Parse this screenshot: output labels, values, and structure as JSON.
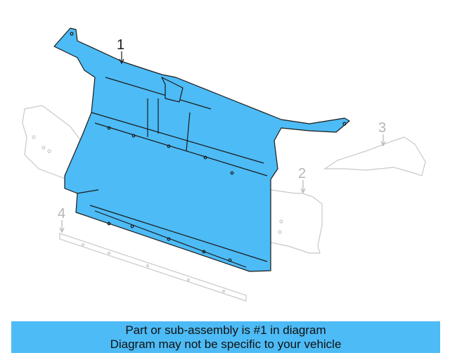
{
  "diagram": {
    "callouts": [
      {
        "label": "1",
        "part": "main"
      },
      {
        "label": "2",
        "part": "ghost"
      },
      {
        "label": "3",
        "part": "ghost"
      },
      {
        "label": "4",
        "part": "ghost"
      }
    ],
    "highlight_color": "#4dbbf5",
    "ghost_color": "#c8c8c8",
    "outline_color": "#1a1a1a"
  },
  "banner": {
    "line1": "Part or sub-assembly is #1 in diagram",
    "line2": "Diagram may not be specific to your vehicle",
    "background": "#4dbbf5"
  }
}
